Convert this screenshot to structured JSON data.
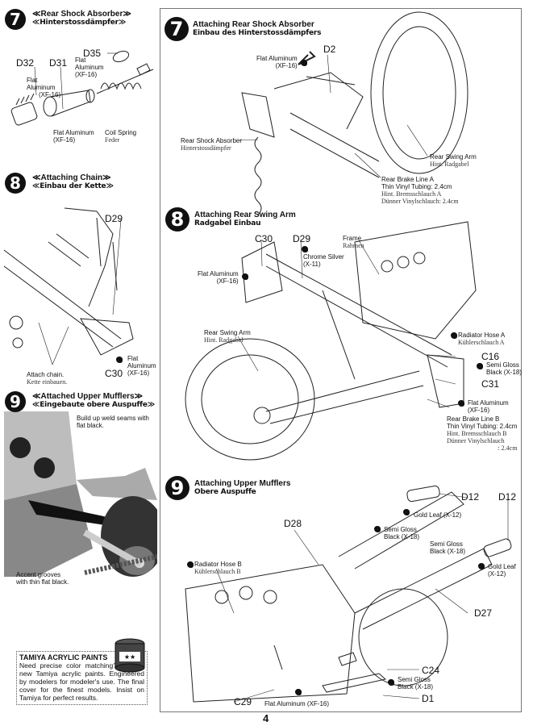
{
  "page_number": "4",
  "left_column": {
    "step7": {
      "number": "7",
      "title_en": "≪Rear Shock Absorber≫",
      "title_de": "≪Hinterstossdämpfer≫",
      "labels": {
        "d35": "D35",
        "d32": "D32",
        "d31": "D31",
        "d35_paint": [
          "Flat",
          "Aluminum",
          "(XF-16)"
        ],
        "d32_paint": [
          "Flat",
          "Aluminum",
          "(XF-16)"
        ],
        "d31_paint": [
          "Flat Aluminum",
          "(XF-16)"
        ],
        "spring_en": "Coil Spring",
        "spring_de": "Feder"
      }
    },
    "step8": {
      "number": "8",
      "title_en": "≪Attaching Chain≫",
      "title_de": "≪Einbau der Kette≫",
      "labels": {
        "d29": "D29",
        "c30": "C30",
        "paint": [
          "Flat",
          "Aluminum",
          "(XF-16)"
        ],
        "note_en": "Attach chain.",
        "note_de": "Kette einbauen."
      }
    },
    "step9": {
      "number": "9",
      "title_en": "≪Attached Upper Mufflers≫",
      "title_de": "≪Eingebaute obere Auspuffe≫",
      "labels": {
        "weld_note": [
          "Build up weld seams with",
          "flat black."
        ],
        "groove_note": [
          "Accent grooves",
          "with thin flat black."
        ]
      }
    },
    "promo": {
      "title": "TAMIYA ACRYLIC PAINTS",
      "text": "Need precise color matching? Try the new Tamiya acrylic paints. Engineered by modelers for modeler's use. The final cover for the finest models. Insist on Tamiya for perfect results."
    }
  },
  "right_panel": {
    "step7": {
      "number": "7",
      "title_en": "Attaching Rear Shock Absorber",
      "title_de": "Einbau des Hinterstossdämpfers",
      "labels": {
        "d2": "D2",
        "paint": [
          "Flat Aluminum",
          "(XF-16)"
        ],
        "shock_en": "Rear Shock Absorber",
        "shock_de": "Hinterstossdämpfer",
        "swingarm_en": "Rear Swing Arm",
        "swingarm_de": "Hint. Radgabel",
        "brake_a": [
          "Rear Brake Line A",
          "Thin Vinyl Tubing: 2.4cm"
        ],
        "brake_a_de": [
          "Hint. Bremsschlauch A",
          "Dünner Vinylschlauch: 2.4cm"
        ]
      }
    },
    "step8": {
      "number": "8",
      "title_en": "Attaching Rear Swing Arm",
      "title_de": "Radgabel Einbau",
      "labels": {
        "c30": "C30",
        "d29": "D29",
        "frame_en": "Frame",
        "frame_de": "Rahmen",
        "chrome": [
          "Chrome Silver",
          "(X-11)"
        ],
        "flat_al_1": [
          "Flat Aluminum",
          "(XF-16)"
        ],
        "swingarm_en": "Rear Swing Arm",
        "swingarm_de": "Hint. Radgabel",
        "radiator_a_en": "Radiator Hose A",
        "radiator_a_de": "Kühlerschlauch A",
        "c16": "C16",
        "semi_gloss": [
          "Semi Gloss",
          "Black (X-18)"
        ],
        "c31": "C31",
        "flat_al_2": [
          "Flat Aluminum",
          "(XF-16)"
        ],
        "brake_b": [
          "Rear Brake Line B",
          "Thin Vinyl Tubing: 2.4cm"
        ],
        "brake_b_de": [
          "Hint. Bremsschlauch B",
          "Dünner Vinylschlauch",
          ": 2.4cm"
        ]
      }
    },
    "step9": {
      "number": "9",
      "title_en": "Attaching Upper Mufflers",
      "title_de": "Obere Auspuffe",
      "labels": {
        "d12_a": "D12",
        "d12_b": "D12",
        "gold_1": "Gold Leaf (X-12)",
        "gold_2": [
          "Gold Leaf",
          "(X-12)"
        ],
        "semi_1": [
          "Semi Gloss",
          "Black (X-18)"
        ],
        "semi_2": [
          "Semi Gloss",
          "Black (X-18)"
        ],
        "semi_3": [
          "Semi Gloss",
          "Black (X-18)"
        ],
        "d28": "D28",
        "d27": "D27",
        "radiator_b_en": "Radiator Hose B",
        "radiator_b_de": "Kühlerschlauch B",
        "c24": "C24",
        "d1": "D1",
        "c29": "C29",
        "flat_al": "Flat Aluminum (XF-16)"
      }
    }
  }
}
